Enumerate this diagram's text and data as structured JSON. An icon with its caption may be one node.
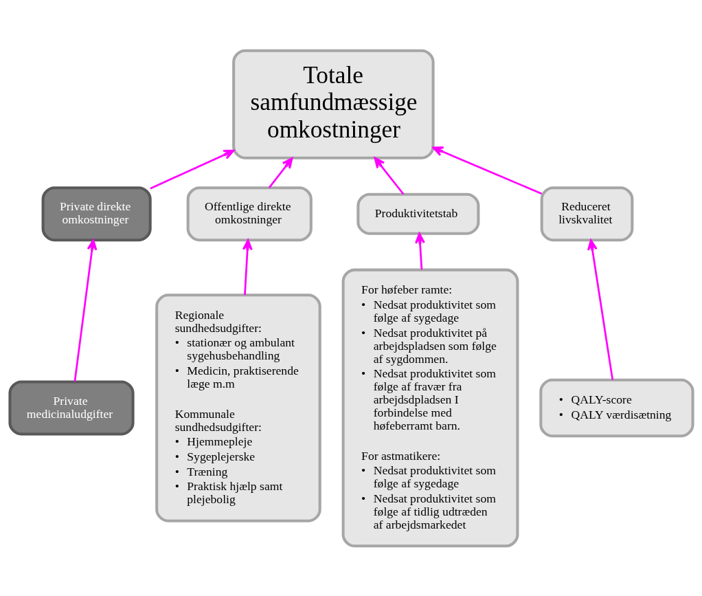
{
  "diagram": {
    "nodes": [
      {
        "text": [
          "Totale samfundmæssige omkostninger"
        ]
      },
      {
        "text": [
          "Private direkte omkostninger"
        ]
      },
      {
        "text": [
          "Offentlige direkte omkostninger"
        ]
      },
      {
        "text": [
          "Produktivitetstab"
        ]
      },
      {
        "text": [
          "Reduceret livskvalitet"
        ]
      },
      {
        "text": [
          "Private medicinaludgifter"
        ]
      },
      {
        "text": [
          "Regionale sundhedsudgifter:",
          "• stationær og ambulant sygehusbehandling",
          "• Medicin, praktiserende læge m.m",
          "Kommunale sundhedsudgifter:",
          "• Hjemmepleje",
          "• Sygeplejerske",
          "• Træning",
          "• Praktisk hjælp samt plejebolig"
        ]
      },
      {
        "text": [
          "For høfeber ramte:",
          "• Nedsat produktivitet som følge af sygedage",
          "• Nedsat produktivitet på arbejdspladsen som følge af sygdommen.",
          "• Nedsat produktivitet som følge af fravær fra arbejdsdpladsen I forbindelse med høfeberramt barn.",
          "For astmatikere:",
          "• Nedsat produktivitet som følge af sygedage",
          "• Nedsat produktivitet som følge af tidlig udtræden af arbejdsmarkedet"
        ]
      },
      {
        "text": [
          "• QALY-score",
          "• QALY værdisætning"
        ]
      }
    ],
    "edges": [
      {
        "from": 1,
        "to": 0,
        "arrow": "to"
      },
      {
        "from": 2,
        "to": 0,
        "arrow": "to"
      },
      {
        "from": 3,
        "to": 0,
        "arrow": "to"
      },
      {
        "from": 4,
        "to": 0,
        "arrow": "to"
      },
      {
        "from": 5,
        "to": 1,
        "arrow": "to"
      },
      {
        "from": 6,
        "to": 2,
        "arrow": "to"
      },
      {
        "from": 7,
        "to": 3,
        "arrow": "to"
      },
      {
        "from": 8,
        "to": 4,
        "arrow": "to"
      }
    ]
  }
}
